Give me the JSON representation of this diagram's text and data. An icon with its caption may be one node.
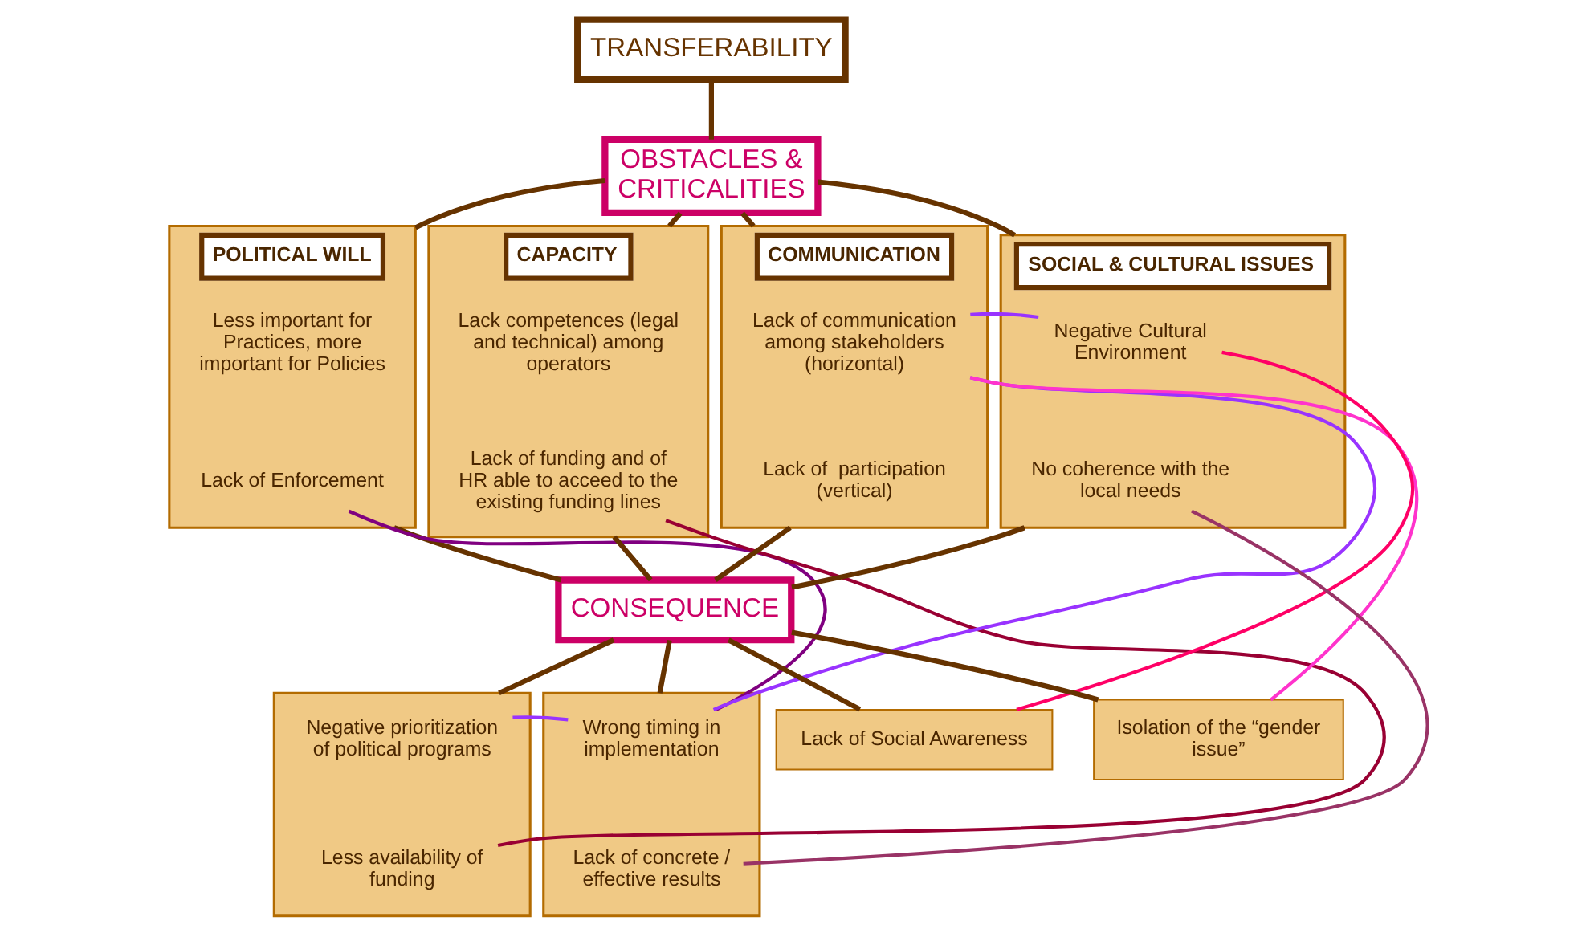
{
  "diagram": {
    "nodes": [
      {
        "text": [
          "TRANSFERABILITY"
        ]
      },
      {
        "text": [
          "OBSTACLES & CRITICALITIES"
        ]
      },
      {
        "text": [
          "POLITICAL WILL"
        ]
      },
      {
        "text": [
          "Less important for Practices, more important for Policies"
        ],
        "in": 2
      },
      {
        "text": [
          "Lack of Enforcement"
        ],
        "in": 2
      },
      {
        "text": [
          "CAPACITY"
        ]
      },
      {
        "text": [
          "Lack competences (legal and technical) among operators"
        ],
        "in": 5
      },
      {
        "text": [
          "Lack of funding and of HR able to acceed to the existing funding lines"
        ],
        "in": 5
      },
      {
        "text": [
          "COMMUNICATION"
        ]
      },
      {
        "text": [
          "Lack of communication among stakeholders (horizontal)"
        ],
        "in": 8
      },
      {
        "text": [
          "Lack of  participation (vertical)"
        ],
        "in": 8
      },
      {
        "text": [
          "SOCIAL & CULTURAL ISSUES"
        ]
      },
      {
        "text": [
          "Negative Cultural Environment"
        ],
        "in": 11
      },
      {
        "text": [
          "No coherence with the local needs"
        ],
        "in": 11
      },
      {
        "text": [
          "CONSEQUENCE"
        ]
      },
      {
        "text": [],
        "shape": "box"
      },
      {
        "text": [
          "Negative prioritization of political programs"
        ],
        "in": 15
      },
      {
        "text": [
          "Less availability of funding"
        ],
        "in": 15
      },
      {
        "text": [],
        "shape": "box"
      },
      {
        "text": [
          "Wrong timing in implementation"
        ],
        "in": 18
      },
      {
        "text": [
          "Lack of concrete / effective results"
        ],
        "in": 18
      },
      {
        "text": [
          "Lack of Social Awareness"
        ]
      },
      {
        "text": [
          "Isolation of the “gender issue”"
        ]
      }
    ],
    "edges": [
      {
        "from": 0,
        "to": 1,
        "arrow": "none"
      },
      {
        "from": 1,
        "to": 2,
        "arrow": "none"
      },
      {
        "from": 1,
        "to": 5,
        "arrow": "none"
      },
      {
        "from": 1,
        "to": 8,
        "arrow": "none"
      },
      {
        "from": 1,
        "to": 11,
        "arrow": "none"
      },
      {
        "from": 2,
        "to": 14,
        "arrow": "none"
      },
      {
        "from": 5,
        "to": 14,
        "arrow": "none"
      },
      {
        "from": 8,
        "to": 14,
        "arrow": "none"
      },
      {
        "from": 11,
        "to": 14,
        "arrow": "none"
      },
      {
        "from": 14,
        "to": 15,
        "arrow": "none"
      },
      {
        "from": 14,
        "to": 18,
        "arrow": "none"
      },
      {
        "from": 14,
        "to": 21,
        "arrow": "none"
      },
      {
        "from": 14,
        "to": 22,
        "arrow": "none"
      },
      {
        "from": 4,
        "to": 19,
        "arrow": "none",
        "color": "#800080"
      },
      {
        "from": 7,
        "to": 17,
        "arrow": "none",
        "color": "#990033"
      },
      {
        "from": 9,
        "to": 12,
        "arrow": "none",
        "color": "#9933ff"
      },
      {
        "from": 9,
        "to": 19,
        "arrow": "none",
        "color": "#9933ff"
      },
      {
        "from": 16,
        "to": 19,
        "arrow": "none",
        "color": "#9933ff"
      },
      {
        "from": 9,
        "to": 22,
        "arrow": "none",
        "color": "#ff33cc"
      },
      {
        "from": 12,
        "to": 21,
        "arrow": "none",
        "color": "#ff0066"
      },
      {
        "from": 13,
        "to": 20,
        "arrow": "none",
        "color": "#993366"
      }
    ]
  }
}
